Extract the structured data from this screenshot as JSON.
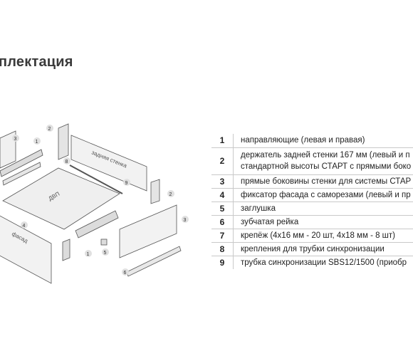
{
  "title": "плектация",
  "diagram": {
    "panel_back_label": "задняя стенка",
    "panel_bottom_label": "ДВП",
    "panel_front_label": "фасад",
    "callouts": [
      "3",
      "2",
      "1",
      "8",
      "9",
      "2",
      "4",
      "5",
      "1",
      "3",
      "6"
    ]
  },
  "parts": [
    {
      "num": "1",
      "lines": [
        "направляющие (левая и правая)"
      ]
    },
    {
      "num": "2",
      "lines": [
        "держатель задней стенки 167 мм (левый и п",
        "стандартной высоты СТАРТ с прямыми боко"
      ]
    },
    {
      "num": "3",
      "lines": [
        "прямые боковины стенки для системы СТАР"
      ]
    },
    {
      "num": "4",
      "lines": [
        "фиксатор фасада с саморезами (левый и пр"
      ]
    },
    {
      "num": "5",
      "lines": [
        "заглушка"
      ]
    },
    {
      "num": "6",
      "lines": [
        "зубчатая рейка"
      ]
    },
    {
      "num": "7",
      "lines": [
        "крепёж (4х16 мм - 20 шт, 4х18 мм - 8 шт)"
      ]
    },
    {
      "num": "8",
      "lines": [
        "крепления для трубки синхронизации"
      ]
    },
    {
      "num": "9",
      "lines": [
        "трубка синхронизации SBS12/1500 (приобр"
      ]
    }
  ]
}
